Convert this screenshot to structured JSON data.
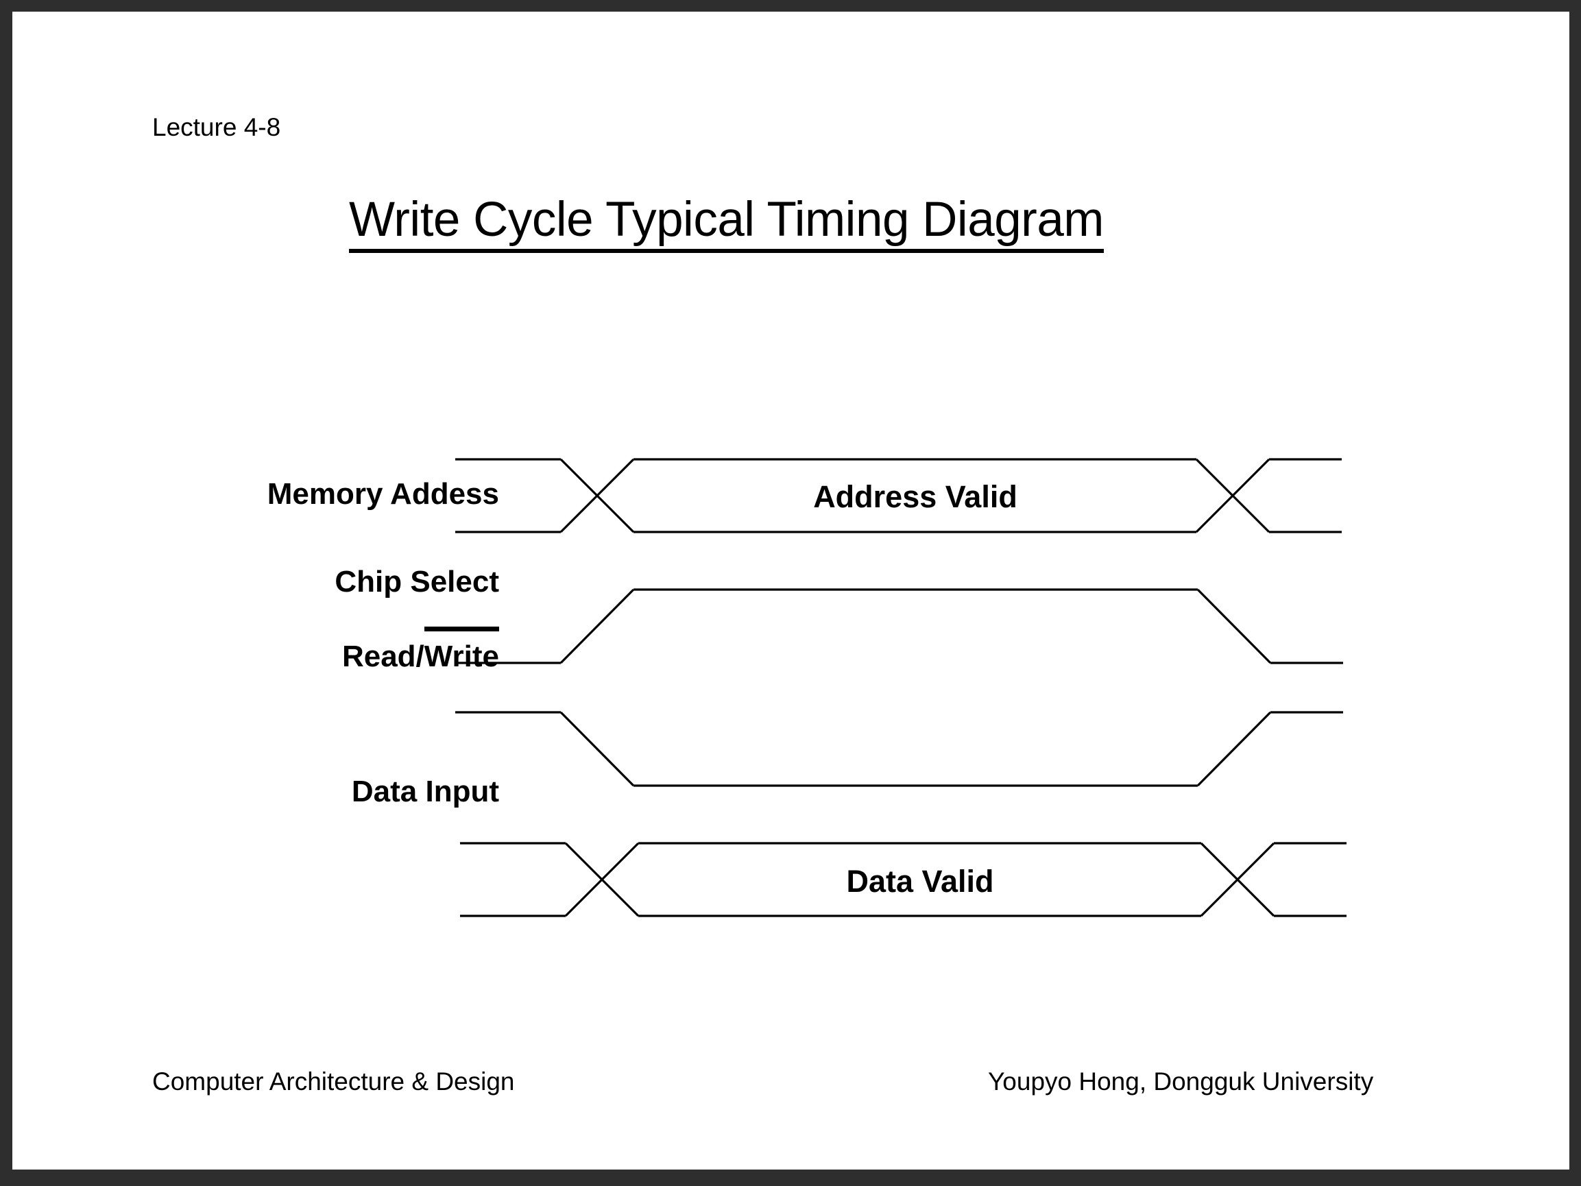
{
  "slide": {
    "lecture_label": "Lecture 4-8",
    "title": "Write Cycle Typical Timing Diagram",
    "background_color": "#ffffff",
    "frame_color": "#2e2e2e",
    "line_color": "#000000"
  },
  "diagram": {
    "type": "timing-diagram",
    "signals": [
      {
        "name": "memory-address",
        "label": "Memory Addess",
        "waveform": "bus",
        "bus_value": "Address Valid",
        "overbar": false
      },
      {
        "name": "chip-select",
        "label": "Chip Select",
        "waveform": "active-high-pulse",
        "bus_value": "",
        "overbar": false
      },
      {
        "name": "read-write",
        "label": "Read/Write",
        "label_plain": "Read/",
        "label_barred": "Write",
        "waveform": "active-low-pulse",
        "bus_value": "",
        "overbar": true
      },
      {
        "name": "data-input",
        "label": "Data Input",
        "waveform": "bus",
        "bus_value": "Data Valid",
        "overbar": false
      }
    ]
  },
  "footer": {
    "left": "Computer Architecture & Design",
    "right": "Youpyo Hong, Dongguk University"
  }
}
